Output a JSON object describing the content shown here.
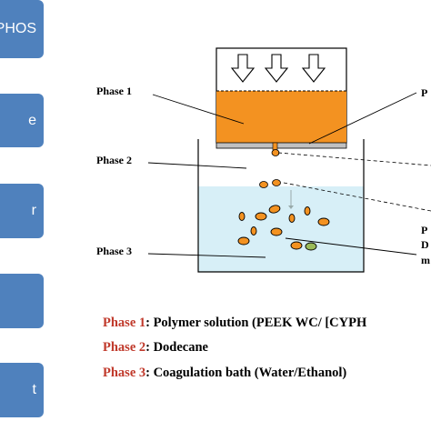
{
  "sidebar": {
    "items": [
      {
        "label": "PHOS"
      },
      {
        "label": "e"
      },
      {
        "label": "r"
      },
      {
        "label": ""
      },
      {
        "label": "t"
      }
    ]
  },
  "diagram": {
    "labels": {
      "phase1": "Phase 1",
      "phase2": "Phase 2",
      "phase3": "Phase 3",
      "right_top": "P",
      "right_mid_1": "P",
      "right_mid_2": "D",
      "right_mid_3": "m"
    },
    "colors": {
      "polymer": "#f39221",
      "bath": "#d7eff7",
      "plate": "#c0c0c0",
      "droplet_green": "#9bbb59"
    }
  },
  "legend": [
    {
      "phase": "Phase 1",
      "text": ": Polymer solution (PEEK WC/ [CYPH"
    },
    {
      "phase": "Phase 2",
      "text": ": Dodecane"
    },
    {
      "phase": "Phase 3",
      "text": ": Coagulation bath (Water/Ethanol)"
    }
  ]
}
